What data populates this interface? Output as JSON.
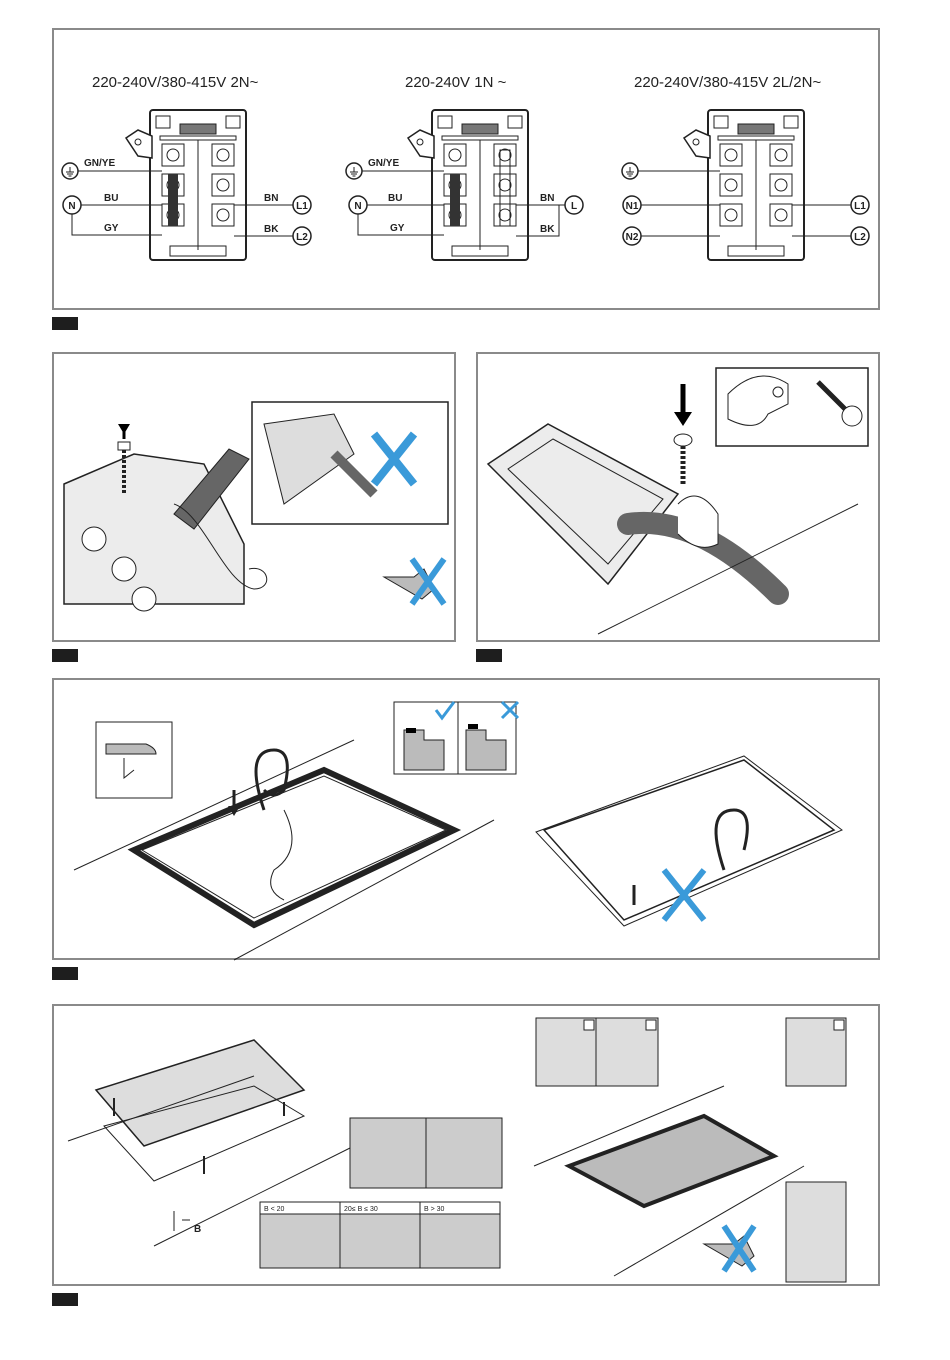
{
  "wiring": {
    "diagrams": [
      {
        "voltage": "220-240V/380-415V 2N~",
        "earth_label": "GN/YE",
        "left": [
          {
            "terminal": "N",
            "wire": "BU"
          },
          {
            "terminal": "",
            "wire": "GY"
          }
        ],
        "right": [
          {
            "terminal": "L1",
            "wire": "BN"
          },
          {
            "terminal": "L2",
            "wire": "BK"
          }
        ]
      },
      {
        "voltage": "220-240V 1N ~",
        "earth_label": "GN/YE",
        "left": [
          {
            "terminal": "N",
            "wire": "BU"
          },
          {
            "terminal": "",
            "wire": "GY"
          }
        ],
        "right": [
          {
            "terminal": "L",
            "wire": "BN"
          },
          {
            "terminal": "",
            "wire": "BK"
          }
        ]
      },
      {
        "voltage": "220-240V/380-415V 2L/2N~",
        "earth_label": "",
        "left": [
          {
            "terminal": "N1",
            "wire": ""
          },
          {
            "terminal": "N2",
            "wire": ""
          }
        ],
        "right": [
          {
            "terminal": "L1",
            "wire": ""
          },
          {
            "terminal": "L2",
            "wire": ""
          }
        ]
      }
    ]
  },
  "clip_table": {
    "columns": [
      "B < 20",
      "20≤ B ≤ 30",
      "B > 30"
    ],
    "dimension_label": "B"
  },
  "icons": {
    "correct": "check-icon",
    "wrong": "cross-icon",
    "no_power_tool": "no-screwdriver-icon"
  },
  "colors": {
    "frame": "#8a8a8a",
    "cross": "#3a9ad9",
    "fill": "#d8d8d8"
  }
}
